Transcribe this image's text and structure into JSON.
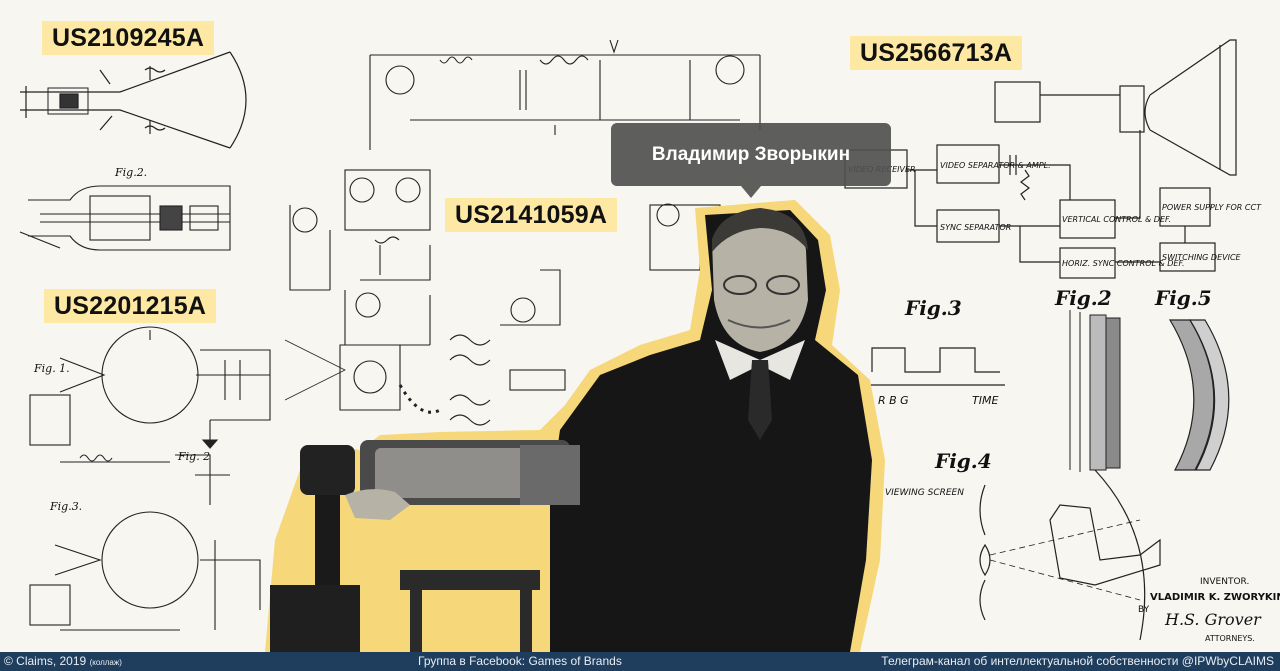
{
  "patents": [
    {
      "number": "US2109245A"
    },
    {
      "number": "US2201215A"
    },
    {
      "number": "US2141059A"
    },
    {
      "number": "US2566713A"
    }
  ],
  "tooltip": {
    "text": "Владимир Зворыкин"
  },
  "figure_labels": {
    "fig2_left": "Fig.2.",
    "fig1_left": "Fig. 1.",
    "fig2_mid_left": "Fig. 2",
    "fig3_left": "Fig.3.",
    "fig3_right": "Fig.3",
    "fig2_right": "Fig.2",
    "fig5_right": "Fig.5",
    "fig4_right": "Fig.4"
  },
  "block_labels": {
    "video_receiver": "VIDEO RECEIVER",
    "video_separator": "VIDEO SEPARATOR & AMPL.",
    "sync_separator": "SYNC SEPARATOR",
    "vertical_control": "VERTICAL CONTROL & DEF.",
    "horiz_control": "HORIZ. SYNC CONTROL & DEF.",
    "power_supply": "POWER SUPPLY FOR CCT",
    "switching_device": "SWITCHING DEVICE",
    "rbg": "R   B   G",
    "time": "TIME",
    "viewing_screen": "VIEWING SCREEN"
  },
  "inventor": {
    "heading": "INVENTOR.",
    "name": "VLADIMIR K. ZWORYKIN",
    "by": "BY",
    "signature": "H.S. Grover",
    "attorneys": "ATTORNEYS."
  },
  "footer": {
    "left": "© Claims, 2019",
    "left_note": "(коллаж)",
    "center": "Группа в Facebook: Games of Brands",
    "right": "Телеграм-канал об интеллектуальной собственности @IPWbyCLAIMS"
  },
  "colors": {
    "label_bg": "#fde9a4",
    "tooltip_bg": "#505050",
    "footer_bg": "#1f3d5c",
    "outline_glow": "#f6d77a"
  }
}
